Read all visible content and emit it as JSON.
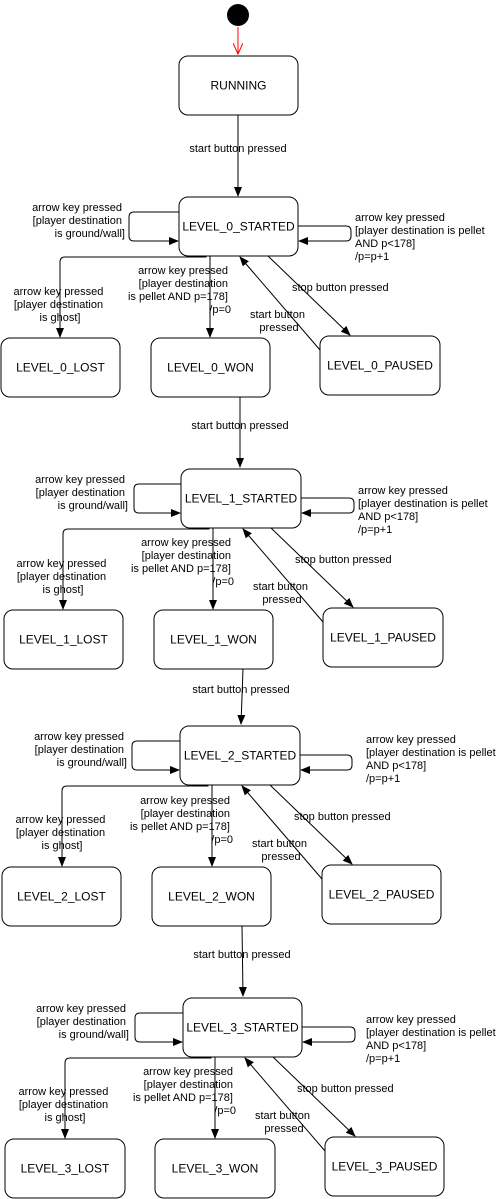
{
  "colors": {
    "initial_arrow": "#ff0000",
    "line": "#000000",
    "background": "#ffffff"
  },
  "states": {
    "running": "RUNNING",
    "level_0": {
      "started": "LEVEL_0_STARTED",
      "lost": "LEVEL_0_LOST",
      "won": "LEVEL_0_WON",
      "paused": "LEVEL_0_PAUSED"
    },
    "level_1": {
      "started": "LEVEL_1_STARTED",
      "lost": "LEVEL_1_LOST",
      "won": "LEVEL_1_WON",
      "paused": "LEVEL_1_PAUSED"
    },
    "level_2": {
      "started": "LEVEL_2_STARTED",
      "lost": "LEVEL_2_LOST",
      "won": "LEVEL_2_WON",
      "paused": "LEVEL_2_PAUSED"
    },
    "level_3": {
      "started": "LEVEL_3_STARTED",
      "lost": "LEVEL_3_LOST",
      "won": "LEVEL_3_WON",
      "paused": "LEVEL_3_PAUSED"
    }
  },
  "transitions": {
    "start_button": "start button pressed",
    "stop_button": "stop button pressed",
    "resume": [
      "start button",
      "pressed"
    ],
    "wall": [
      "arrow key pressed",
      "[player destination",
      "is ground/wall]"
    ],
    "pellet": [
      "arrow key pressed",
      "[player destination is pellet",
      "AND p<178]",
      "/p=p+1"
    ],
    "ghost": [
      "arrow key pressed",
      "[player destination",
      "is ghost]"
    ],
    "win": [
      "arrow key pressed",
      "[player destination",
      "is pellet AND p=178]",
      "/p=0"
    ]
  }
}
